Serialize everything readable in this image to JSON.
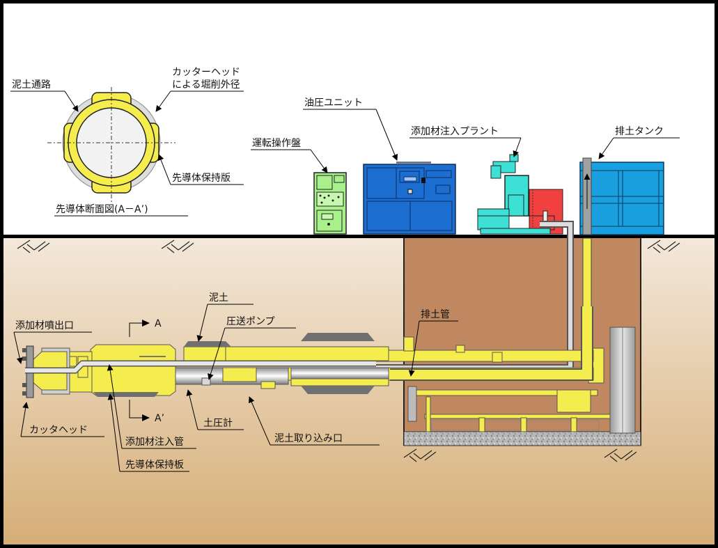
{
  "colors": {
    "frame": "#000000",
    "sky": "#ffffff",
    "soil_top": "#f2e6d6",
    "soil_bottom": "#d7b07a",
    "shaft_soil": "#c08860",
    "machine_yellow": "#f5ec4e",
    "steel_grey": "#a8a8a8",
    "control_panel_green": "#a8f08a",
    "hydraulic_unit_blue": "#1c6fd0",
    "plant_teal": "#3de0d4",
    "plant_red": "#f04040",
    "tank_blue": "#1aa0e0",
    "concrete": "#b0b0b0"
  },
  "cross_section": {
    "title": "先導体断面図(A－A’)",
    "labels": {
      "mud_passage": "泥土通路",
      "excavation_diameter_line1": "カッターヘッド",
      "excavation_diameter_line2": "による堀削外径",
      "holding_plate": "先導体保持版"
    }
  },
  "surface_equipment": {
    "control_panel": "運転操作盤",
    "hydraulic_unit": "油圧ユニット",
    "additive_plant": "添加材注入プラント",
    "discharge_tank": "排土タンク"
  },
  "underground": {
    "additive_nozzle": "添加材噴出口",
    "section_mark_a": "A",
    "section_mark_a_prime": "A’",
    "mud": "泥土",
    "pressure_pump": "圧送ポンプ",
    "discharge_pipe": "排土管",
    "cutter_head": "カッタヘッド",
    "additive_pipe": "添加材注入管",
    "pilot_holding_plate": "先導体保持板",
    "earth_pressure_gauge": "土圧計",
    "mud_intake": "泥土取り込み口"
  }
}
